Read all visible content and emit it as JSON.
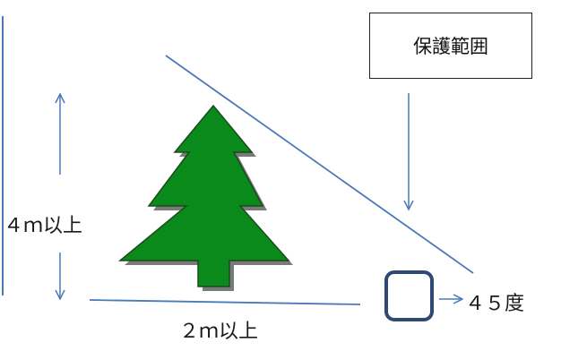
{
  "labels": {
    "protection_range": "保護範囲",
    "height": "４ｍ以上",
    "distance": "２ｍ以上",
    "angle": "４５度"
  },
  "colors": {
    "line": "#4a7ab8",
    "tree": "#0a8a1a",
    "tree_outline": "#1c4a1c",
    "tree_shadow": "#7a7a7a",
    "square": "#2e4a73"
  }
}
